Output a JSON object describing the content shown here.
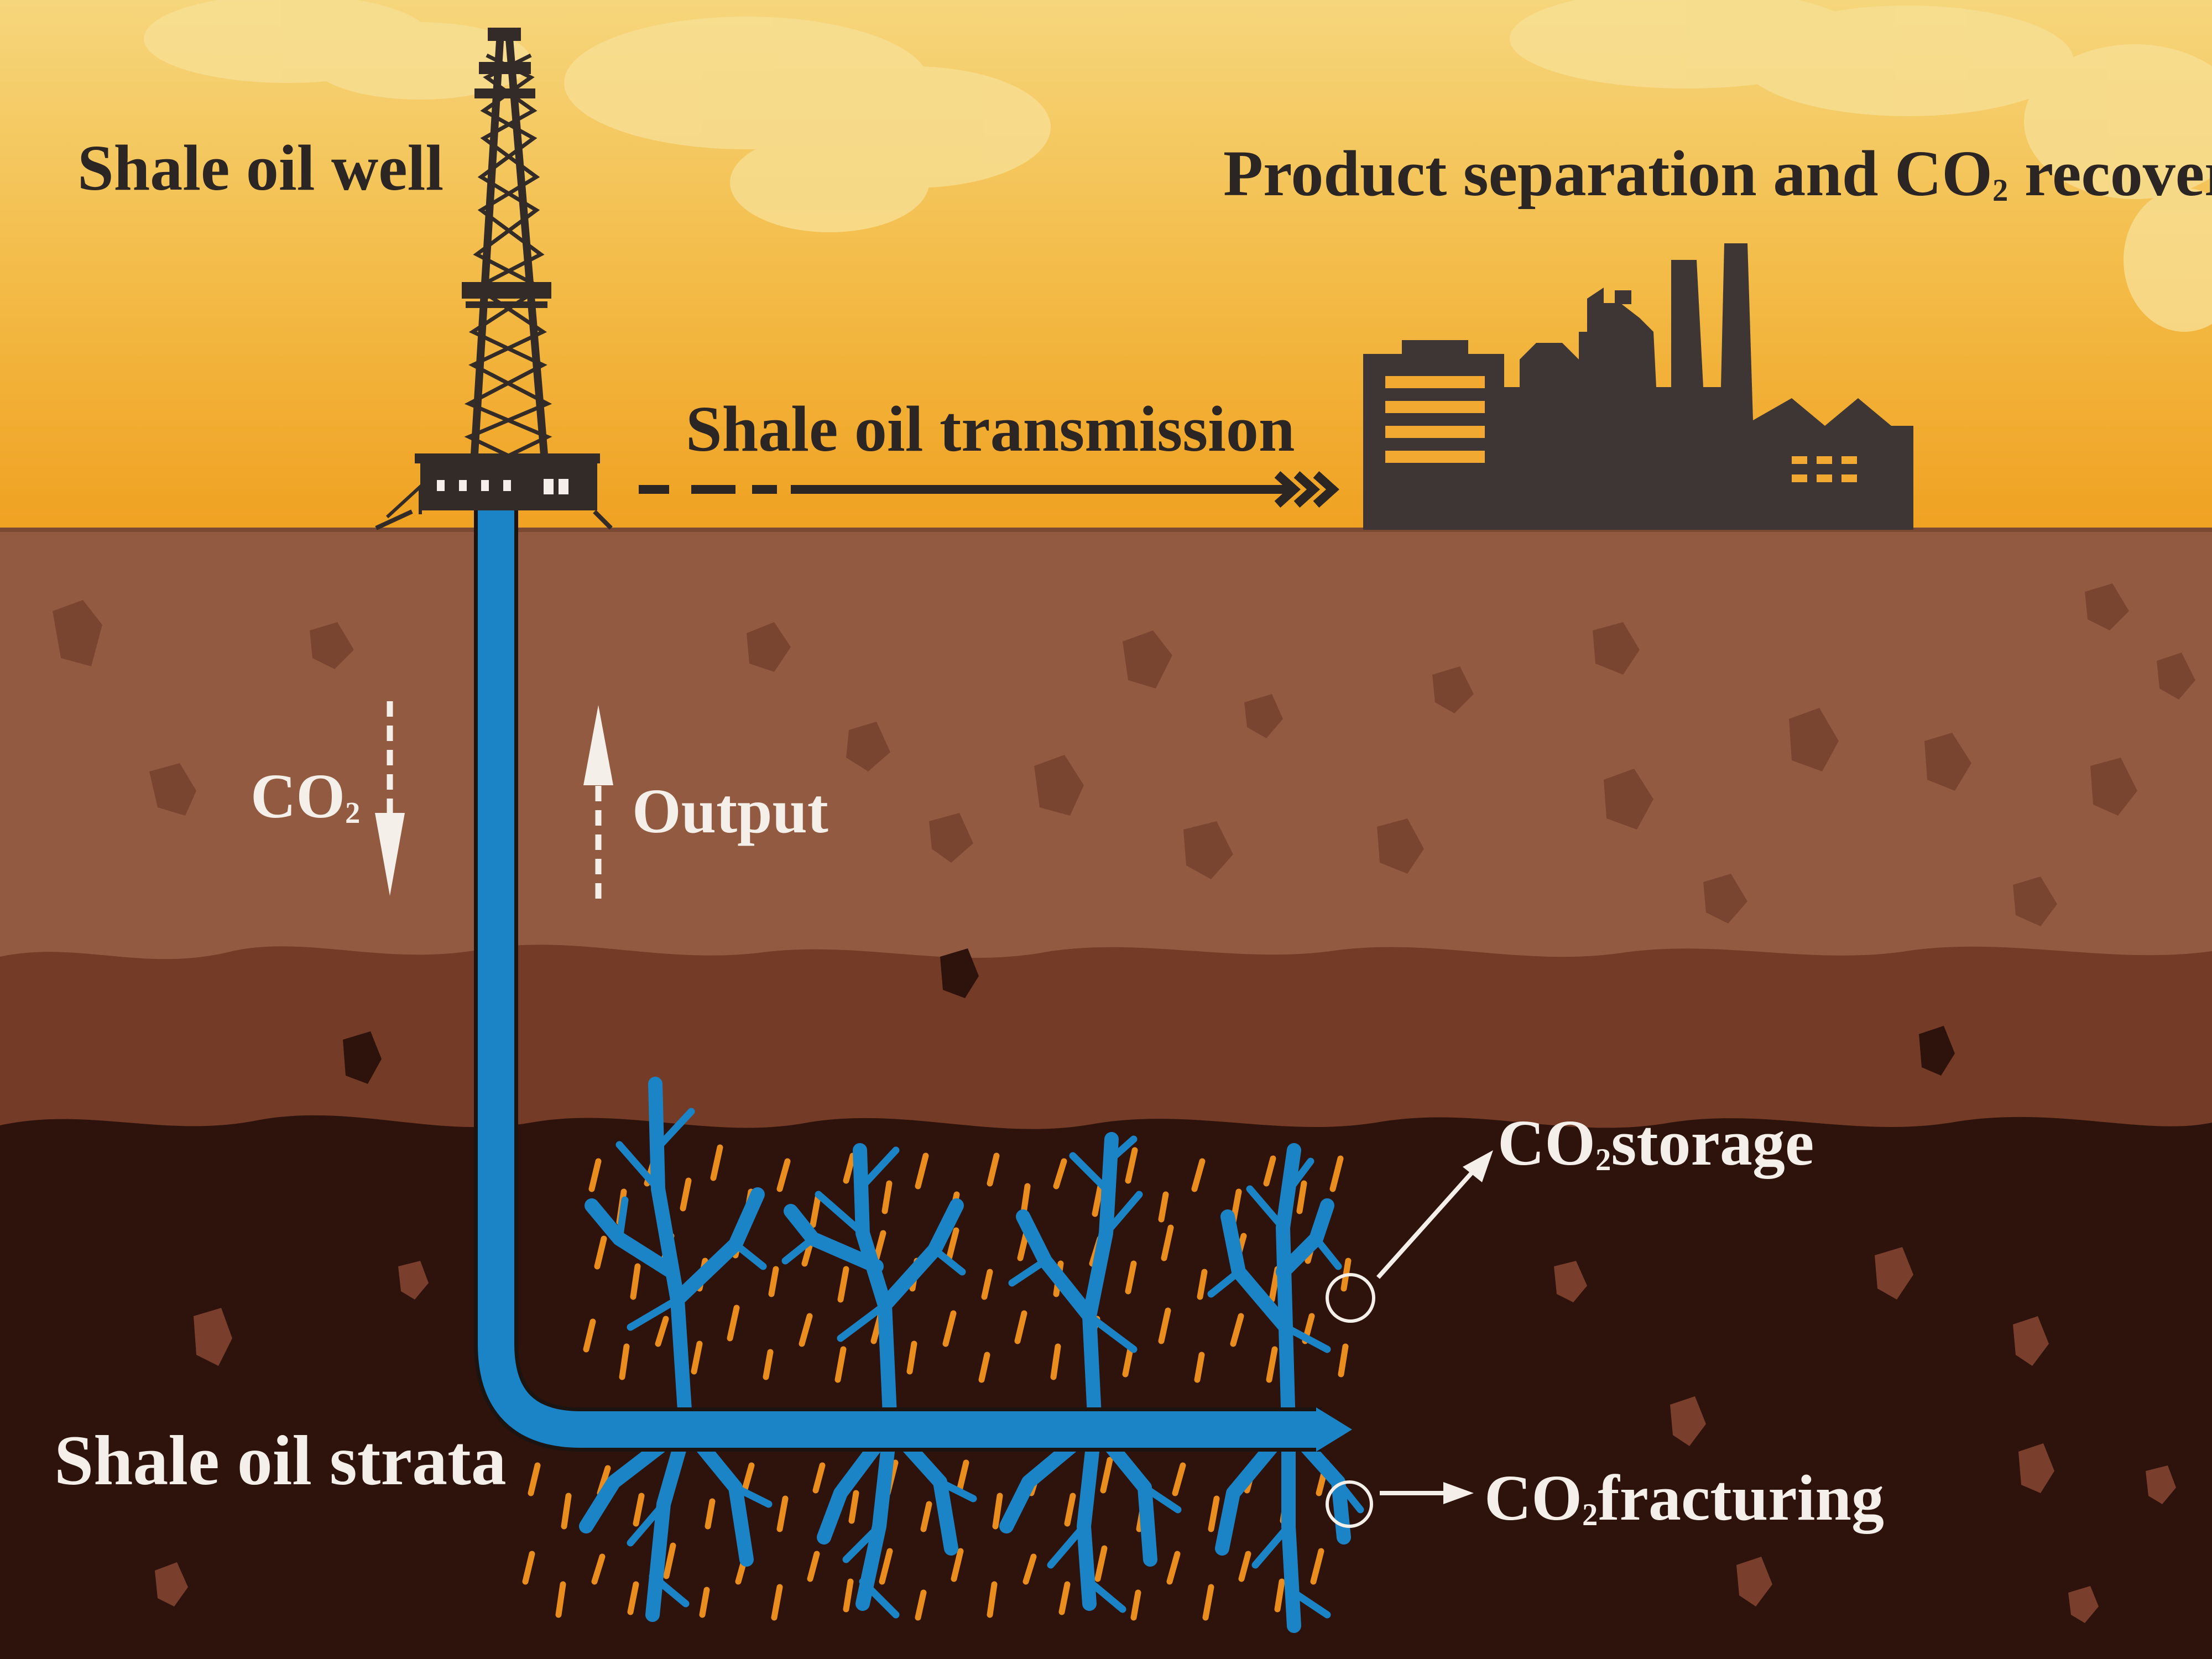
{
  "labels": {
    "well": "Shale oil well",
    "separation_pre": "Product separation and CO",
    "separation_sub": "2",
    "separation_post": " recovery",
    "transmission": "Shale oil transmission",
    "co2_down_main": "CO",
    "co2_down_sub": "2",
    "output": "Output",
    "storage_main": "CO",
    "storage_sub": "2",
    "storage_post": "storage",
    "fracturing_main": "CO",
    "fracturing_sub": "2",
    "fracturing_post": "fracturing",
    "strata": "Shale oil strata"
  },
  "colors": {
    "sky_top": "#f4cf72",
    "sky_bottom": "#f1a62a",
    "soil_upper": "#925b41",
    "soil_middle": "#743b26",
    "soil_deep": "#2e120c",
    "pipe_blue": "#1b84c6",
    "fracture_orange": "#e98d1f",
    "factory": "#3e3634",
    "label_dark": "#2b2523",
    "label_light": "#f4efe9"
  },
  "icons": [
    "drilling-rig-icon",
    "factory-icon",
    "arrow-right-icon",
    "arrow-down-icon",
    "arrow-up-icon"
  ]
}
